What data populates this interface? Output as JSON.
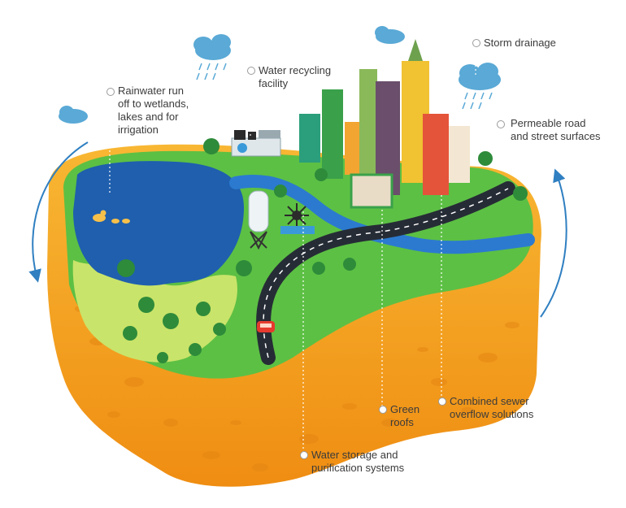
{
  "labels": {
    "rainwater": "Rainwater run\noff to wetlands,\nlakes and for\nirrigation",
    "recycling": "Water recycling\nfacility",
    "storm": "Storm drainage",
    "permeable": "Permeable road\nand street surfaces",
    "green_roofs": "Green\nroofs",
    "sewer": "Combined sewer\noverflow solutions",
    "storage": "Water storage and\npurification systems"
  },
  "colors": {
    "sponge": "#f6a825",
    "sponge_dark": "#ea8a12",
    "grass": "#5cc044",
    "grass_light": "#c9e46a",
    "lake": "#1f5fae",
    "river": "#2b7ad0",
    "road": "#262c36",
    "cloud": "#5aa9d6",
    "arrow": "#2f7fc1",
    "tree": "#2e8b3a"
  },
  "icons": [
    "cloud-icon",
    "rain-icon",
    "tree-icon",
    "duck-icon",
    "car-icon",
    "recycle-icon",
    "building-icon"
  ]
}
